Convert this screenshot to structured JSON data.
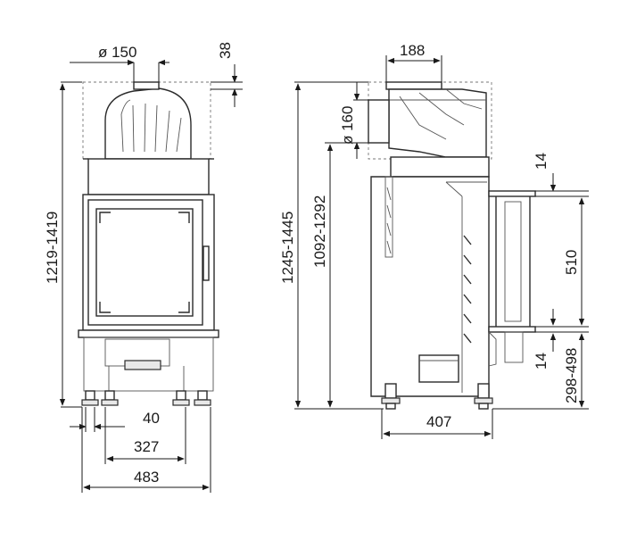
{
  "front_view": {
    "flue_diameter": "ø 150",
    "top_height": "38",
    "total_height": "1219-1419",
    "leg_spacing": "40",
    "inner_width": "327",
    "total_width": "483"
  },
  "side_view": {
    "top_width": "188",
    "flue_diameter": "ø 160",
    "total_height": "1245-1445",
    "door_height": "1092-1292",
    "gap_top": "14",
    "glass_height": "510",
    "gap_bottom": "14",
    "base_height": "298-498",
    "depth": "407"
  },
  "colors": {
    "line": "#2b2b2b",
    "fill": "#e8e8e8",
    "background": "#ffffff"
  }
}
